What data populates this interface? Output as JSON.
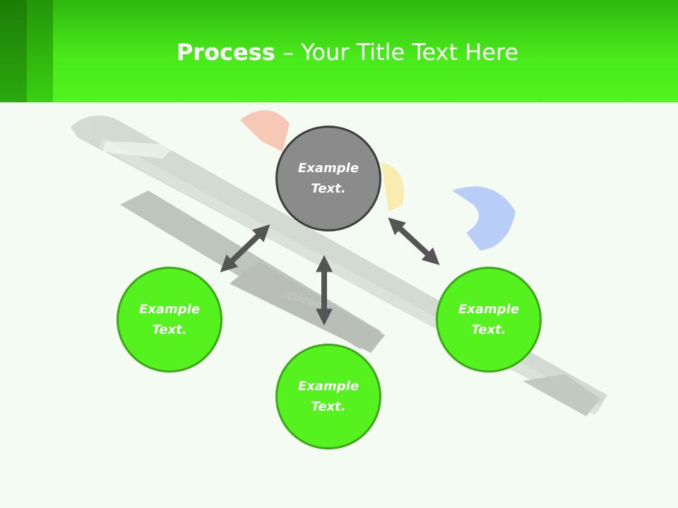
{
  "slide": {
    "title_bold": "Process",
    "title_rest": " – Your Title Text Here",
    "nodes": [
      {
        "id": "center",
        "label": "Example\nText."
      },
      {
        "id": "left",
        "label": "Example\nText."
      },
      {
        "id": "bottom",
        "label": "Example\nText."
      },
      {
        "id": "right",
        "label": "Example\nText."
      }
    ],
    "watermark_text": "Search"
  },
  "colors": {
    "header": "#4ae81b",
    "node_green": "#55f21f",
    "node_green_border": "#3aa817",
    "node_gray": "#8b8b8b",
    "node_gray_border": "#3d3d3d",
    "arrow": "#555555"
  }
}
